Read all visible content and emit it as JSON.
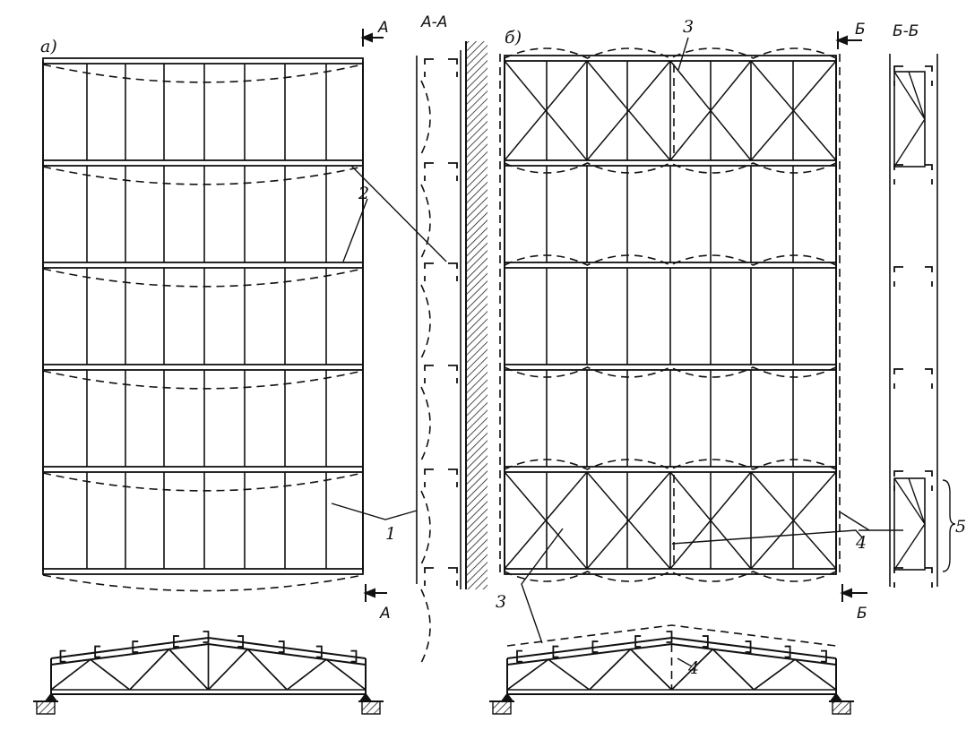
{
  "labels": {
    "view_a": "а)",
    "view_b": "б)",
    "section_aa": "А-А",
    "section_bb": "Б-Б",
    "cut_a_top": "А",
    "cut_a_bottom": "А",
    "cut_b_top": "Б",
    "cut_b_bottom": "Б",
    "callout_1": "1",
    "callout_2": "2",
    "callout_3_top": "3",
    "callout_3_bottom": "3",
    "callout_4_plan": "4",
    "callout_4_truss": "4",
    "callout_5": "5"
  },
  "colors": {
    "ink": "#111111",
    "wall_hatch": "#222222"
  }
}
